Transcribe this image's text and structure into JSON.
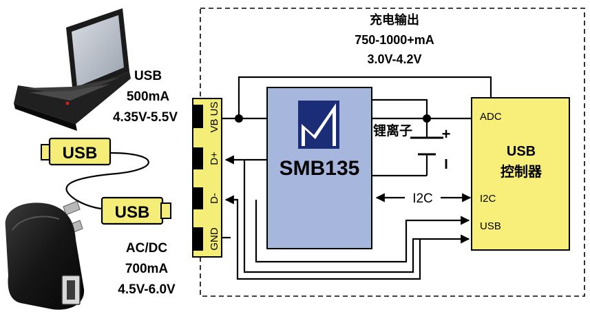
{
  "output": {
    "title": "充电输出",
    "current": "750-1000+mA",
    "voltage": "3.0V-4.2V"
  },
  "usb_source": {
    "name": "USB",
    "current": "500mA",
    "voltage": "4.35V-5.5V"
  },
  "adapter_source": {
    "name": "AC/DC",
    "current": "700mA",
    "voltage": "4.5V-6.0V"
  },
  "cable": {
    "plug_top_label": "USB",
    "plug_bottom_label": "USB"
  },
  "connector": {
    "pins": [
      "VB US",
      "D+",
      "D-",
      "GND"
    ]
  },
  "chip": {
    "name": "SMB135"
  },
  "battery": {
    "label": "锂离子",
    "plus": "+",
    "minus": "I"
  },
  "bus": {
    "label": "I2C"
  },
  "controller": {
    "title_line1": "USB",
    "title_line2": "控制器",
    "pins": [
      "ADC",
      "I2C",
      "USB"
    ]
  },
  "colors": {
    "chip_fill": "#a7b6dc",
    "controller_fill": "#f7ef7a",
    "connector_fill": "#f4ed78",
    "logo_blue": "#1c2d78",
    "line": "#000000"
  },
  "icons": [
    "laptop-icon",
    "usb-cable-icon",
    "wall-adapter-icon",
    "smb-logo-icon",
    "battery-icon"
  ]
}
